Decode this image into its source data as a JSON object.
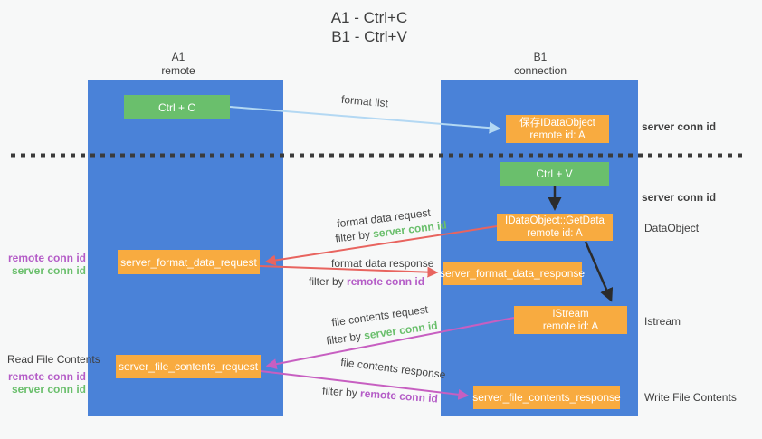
{
  "title": {
    "line1": "A1 - Ctrl+C",
    "line2": "B1 - Ctrl+V"
  },
  "lanes": {
    "left": {
      "name": "A1",
      "type": "remote"
    },
    "right": {
      "name": "B1",
      "type": "connection"
    }
  },
  "nodes": {
    "ctrl_c": {
      "label": "Ctrl + C"
    },
    "ctrl_v": {
      "label": "Ctrl + V"
    },
    "save_dataobject": {
      "line1": "保存IDataObject",
      "line2": "remote id: A"
    },
    "getdata": {
      "line1": "IDataObject::GetData",
      "line2": "remote id: A"
    },
    "istream": {
      "line1": "IStream",
      "line2": "remote id: A"
    },
    "format_request": {
      "label": "server_format_data_request"
    },
    "format_response": {
      "label": "server_format_data_response"
    },
    "file_request": {
      "label": "server_file_contents_request"
    },
    "file_response": {
      "label": "server_file_contents_response"
    }
  },
  "edge_labels": {
    "format_list": "format list",
    "format_data_request": "format data request",
    "format_data_response": "format data response",
    "file_contents_request": "file contents request",
    "file_contents_response": "file contents response",
    "filter_by": "filter by",
    "server_conn_id": "server conn id",
    "remote_conn_id": "remote conn id"
  },
  "side_labels": {
    "server_conn_id_top": "server conn id",
    "server_conn_id_mid": "server conn id",
    "dataobject": "DataObject",
    "istream": "Istream",
    "write_file_contents": "Write File Contents",
    "read_file_contents": "Read File Contents",
    "remote_conn_id": "remote conn id",
    "server_conn_id": "server conn id"
  },
  "colors": {
    "lane_blue": "#4a82d8",
    "node_green": "#6abf6c",
    "node_orange": "#f8ab40",
    "text_green": "#6abf6c",
    "text_purple": "#b45cc7",
    "arrow_red": "#e8645f",
    "arrow_magenta": "#c75fc1",
    "arrow_light_blue": "#b3d8f3",
    "arrow_black": "#2b2b2b",
    "separator": "#3b3b3b"
  }
}
